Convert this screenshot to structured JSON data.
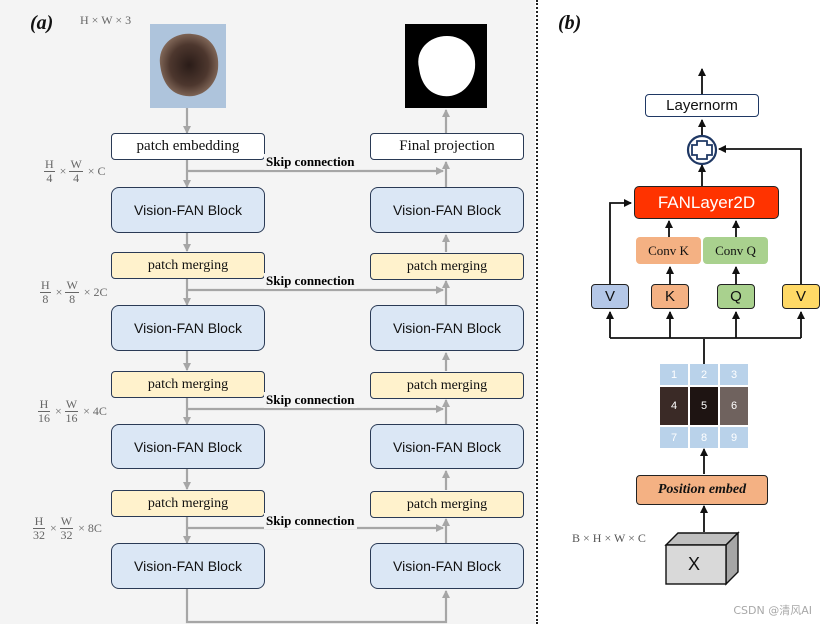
{
  "panel_a": {
    "label": "(a)",
    "input_dim": "H × W × 3",
    "encoder": {
      "patch_embedding": "patch embedding",
      "fan_block": "Vision-FAN Block",
      "patch_merging": "patch merging"
    },
    "decoder": {
      "final_projection": "Final projection",
      "fan_block": "Vision-FAN Block",
      "patch_merging": "patch merging"
    },
    "skip_connection": "Skip connection",
    "dims": [
      {
        "h_num": "H",
        "h_den": "4",
        "w_num": "W",
        "w_den": "4",
        "c": "× C"
      },
      {
        "h_num": "H",
        "h_den": "8",
        "w_num": "W",
        "w_den": "8",
        "c": "× 2C"
      },
      {
        "h_num": "H",
        "h_den": "16",
        "w_num": "W",
        "w_den": "16",
        "c": "× 4C"
      },
      {
        "h_num": "H",
        "h_den": "32",
        "w_num": "W",
        "w_den": "32",
        "c": "× 8C"
      }
    ],
    "times": "×"
  },
  "panel_b": {
    "label": "(b)",
    "layernorm": "Layernorm",
    "fanlayer": "FANLayer2D",
    "conv_k": "Conv K",
    "conv_q": "Conv Q",
    "v_left": "V",
    "k": "K",
    "q": "Q",
    "v_right": "V",
    "position_embed": "Position embed",
    "input_dim": "B × H × W × C",
    "x": "X",
    "grid": [
      "1",
      "2",
      "3",
      "4",
      "5",
      "6",
      "7",
      "8",
      "9"
    ]
  },
  "watermark": "CSDN @清风AI",
  "colors": {
    "fan_block": "#dbe7f5",
    "patch_merging": "#fff2cc",
    "fanlayer": "#ff3300",
    "conv_k": "#f4b183",
    "conv_q": "#a9d18e",
    "v_left": "#b4c7e7",
    "k": "#f4b183",
    "q": "#a9d18e",
    "v_right": "#ffd966",
    "position_embed": "#f4b183",
    "x_box": "#d9d9d9"
  }
}
